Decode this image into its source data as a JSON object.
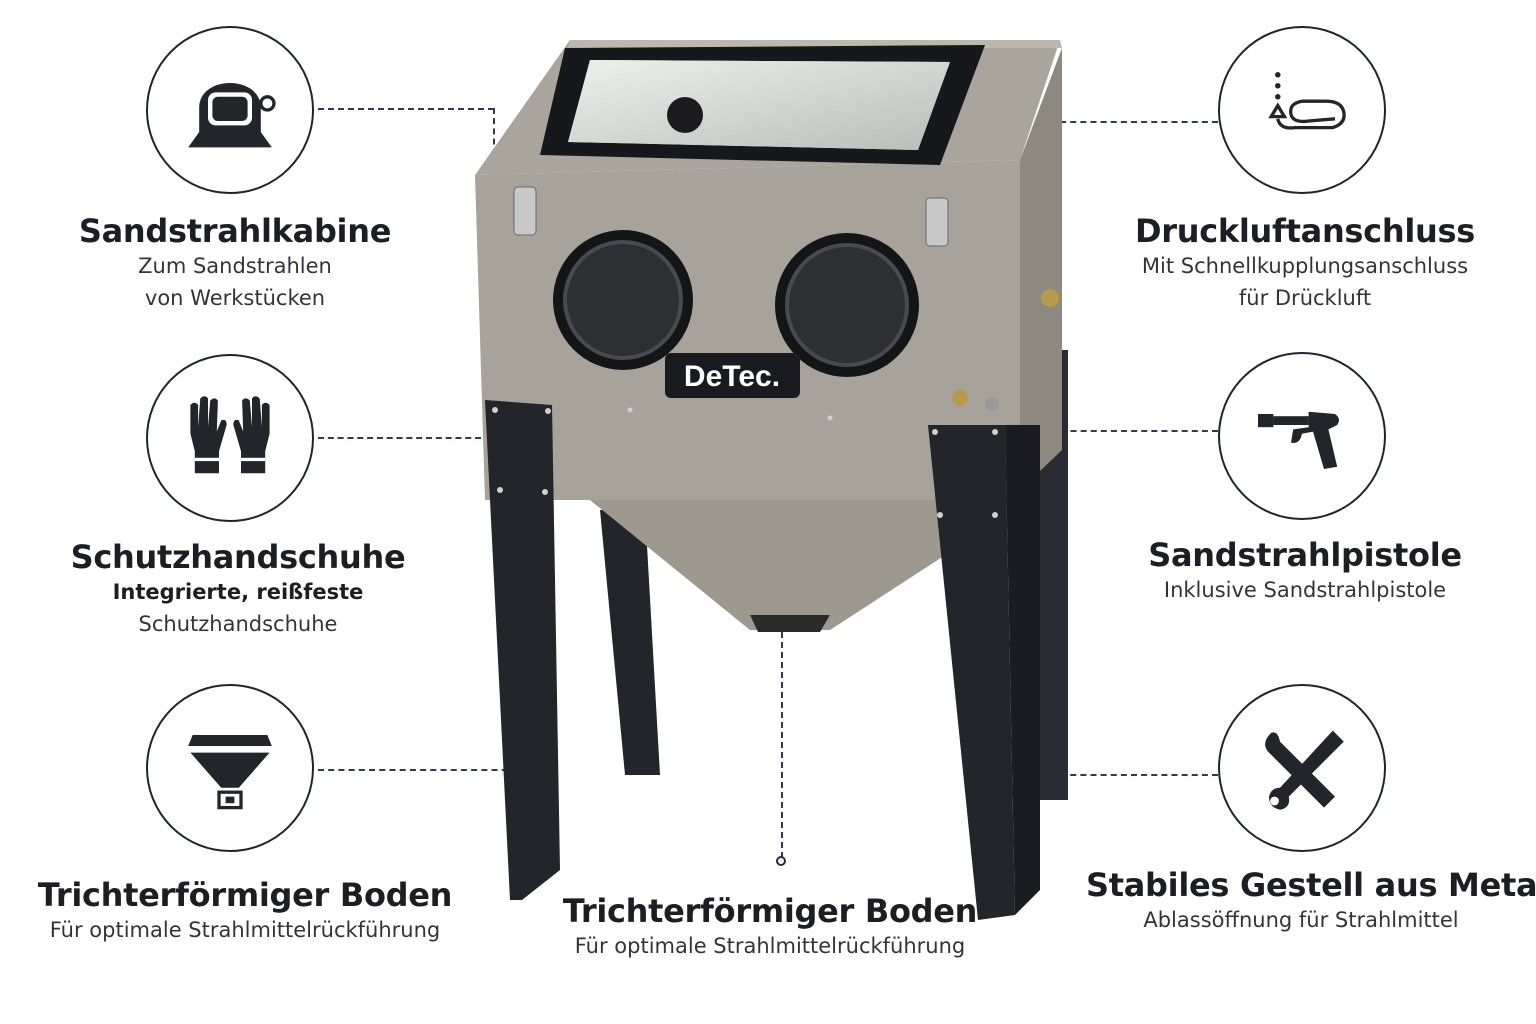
{
  "brand": "DeTec.",
  "features": {
    "cabin": {
      "title": "Sandstrahlkabine",
      "lines": [
        "Zum Sandstrahlen",
        "von Werkstücken"
      ],
      "icon": "helmet-icon"
    },
    "gloves": {
      "title": "Schutzhandschuhe",
      "lines": [
        "Integrierte, reißfeste",
        "Schutzhandschuhe"
      ],
      "icon": "gloves-icon"
    },
    "hopper_left": {
      "title": "Trichterförmiger Boden",
      "lines": [
        "Für optimale Strahlmittelrückführung"
      ],
      "icon": "hopper-icon"
    },
    "hopper_center": {
      "title": "Trichterförmiger Boden",
      "lines": [
        "Für optimale Strahlmittelrückführung"
      ]
    },
    "air": {
      "title": "Druckluftanschluss",
      "lines": [
        "Mit Schnellkupplungsanschluss",
        "für Drückluft"
      ],
      "icon": "air-hose-icon"
    },
    "gun": {
      "title": "Sandstrahlpistole",
      "lines": [
        "Inklusive Sandstrahlpistole"
      ],
      "icon": "spray-gun-icon"
    },
    "frame": {
      "title": "Stabiles Gestell aus Metall",
      "lines": [
        "Ablassöffnung für Strahlmittel"
      ],
      "icon": "tools-icon"
    }
  },
  "colors": {
    "cabinet": "#a8a39a",
    "frame": "#23252b",
    "accent": "#35507a"
  }
}
